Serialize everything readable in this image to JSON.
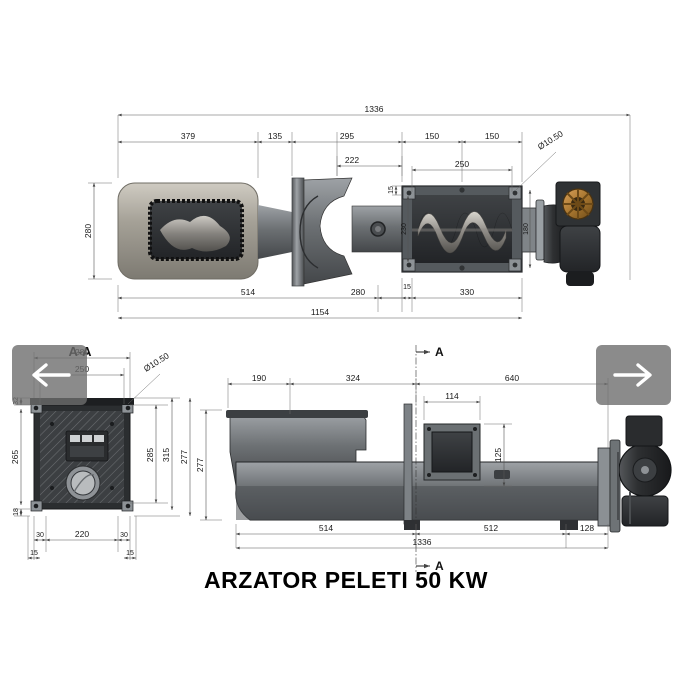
{
  "drawing": {
    "title": "ARZATOR  PELETI 50 KW",
    "section_label": "A-A",
    "section_marks": {
      "top": "A",
      "bottom": "A"
    }
  },
  "top_view": {
    "name": "plan-view-burner",
    "dimensions_top_chain": [
      "1336",
      "379",
      "135",
      "295",
      "150",
      "150",
      "222",
      "250"
    ],
    "dimensions_bottom_chain": [
      "514",
      "280",
      "15",
      "330",
      "1154"
    ],
    "dimensions_vertical": [
      "280",
      "230",
      "180",
      "15"
    ],
    "hole_callout": "Ø10.50"
  },
  "section_view": {
    "name": "section-a-a-view",
    "dimensions_top": [
      "280",
      "250"
    ],
    "dimensions_left": [
      "32",
      "265",
      "18"
    ],
    "dimensions_right": [
      "285",
      "315",
      "277"
    ],
    "dimensions_bottom": [
      "30",
      "220",
      "30",
      "15",
      "15"
    ],
    "hole_callout": "Ø10.50"
  },
  "side_view": {
    "name": "side-elevation-view",
    "dimensions_top": [
      "190",
      "324",
      "640",
      "114"
    ],
    "dimensions_right": [
      "125"
    ],
    "dimensions_left": [
      "277"
    ],
    "dimensions_bottom": [
      "514",
      "512",
      "128",
      "1336"
    ]
  },
  "nav": {
    "prev_label": "previous-image",
    "next_label": "next-image",
    "prev_icon": "arrow-left-icon",
    "next_icon": "arrow-right-icon"
  },
  "colors": {
    "background": "#ffffff",
    "metal_dark": "#3a3d40",
    "metal_mid": "#6e7174",
    "metal_light": "#a9adb0",
    "dimension_line": "#555555",
    "nav_overlay": "#6e6e6e"
  }
}
